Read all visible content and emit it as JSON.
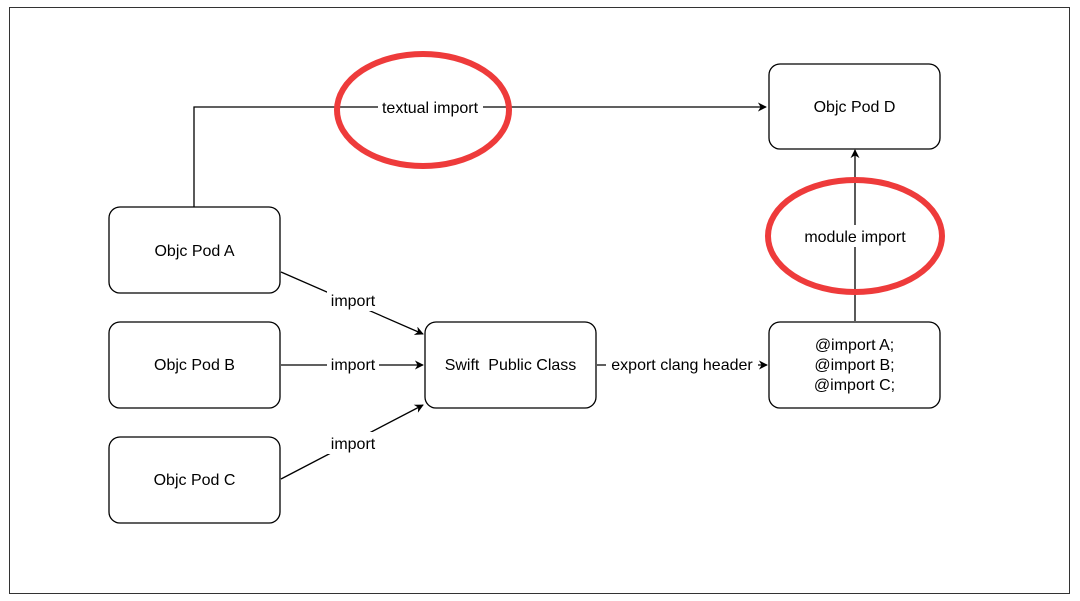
{
  "diagram": {
    "nodes": {
      "pod_a": {
        "label": "Objc Pod A"
      },
      "pod_b": {
        "label": "Objc Pod B"
      },
      "pod_c": {
        "label": "Objc Pod C"
      },
      "pod_d": {
        "label": "Objc Pod D"
      },
      "swift": {
        "label": "Swift  Public Class"
      },
      "header": {
        "lines": [
          "@import A;",
          "@import B;",
          "@import C;"
        ]
      }
    },
    "edges": {
      "a_to_d": {
        "label": "textual import"
      },
      "a_to_swift": {
        "label": "import"
      },
      "b_to_swift": {
        "label": "import"
      },
      "c_to_swift": {
        "label": "import"
      },
      "swift_to_header": {
        "label": "export clang header"
      },
      "header_to_d": {
        "label": "module import"
      }
    },
    "highlight_color": "#ee3b3b"
  }
}
